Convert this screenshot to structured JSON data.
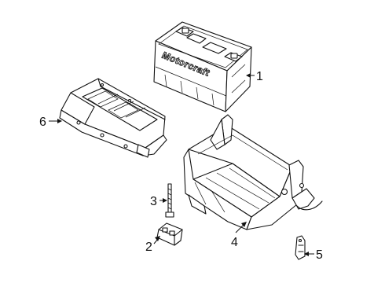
{
  "diagram": {
    "battery": {
      "brand": "Motorcraft"
    },
    "callouts": [
      {
        "id": "1",
        "label": "1",
        "part": "battery"
      },
      {
        "id": "2",
        "label": "2",
        "part": "hold-down-clamp"
      },
      {
        "id": "3",
        "label": "3",
        "part": "hold-down-bolt"
      },
      {
        "id": "4",
        "label": "4",
        "part": "battery-tray"
      },
      {
        "id": "5",
        "label": "5",
        "part": "bracket-clip"
      },
      {
        "id": "6",
        "label": "6",
        "part": "battery-cover"
      }
    ]
  }
}
